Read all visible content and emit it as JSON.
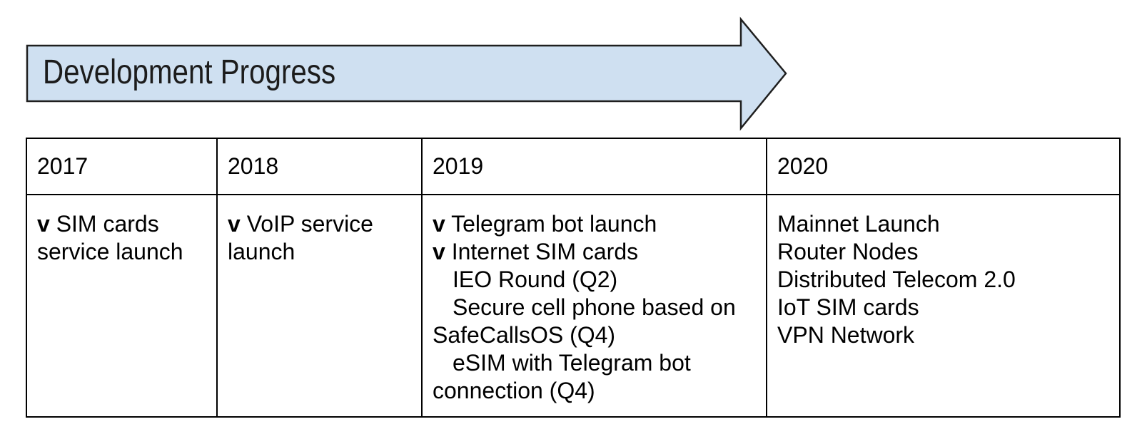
{
  "banner": {
    "label": "Development Progress",
    "fill_color": "#cfe0f1",
    "border_color": "#1f1f1f"
  },
  "table": {
    "check_marker": "v",
    "columns": [
      {
        "year": "2017",
        "items": [
          {
            "checked": true,
            "indent": false,
            "text": "SIM cards service launch"
          }
        ]
      },
      {
        "year": "2018",
        "items": [
          {
            "checked": true,
            "indent": false,
            "text": "VoIP service launch"
          }
        ]
      },
      {
        "year": "2019",
        "items": [
          {
            "checked": true,
            "indent": false,
            "text": "Telegram bot launch"
          },
          {
            "checked": true,
            "indent": false,
            "text": "Internet SIM cards"
          },
          {
            "checked": false,
            "indent": true,
            "text": "IEO Round (Q2)"
          },
          {
            "checked": false,
            "indent": true,
            "text": "Secure cell phone based on SafeCallsOS (Q4)"
          },
          {
            "checked": false,
            "indent": true,
            "text": "eSIM with Telegram bot connection (Q4)"
          }
        ]
      },
      {
        "year": "2020",
        "items": [
          {
            "checked": false,
            "indent": false,
            "text": "Mainnet Launch"
          },
          {
            "checked": false,
            "indent": false,
            "text": "Router Nodes"
          },
          {
            "checked": false,
            "indent": false,
            "text": "Distributed Telecom 2.0"
          },
          {
            "checked": false,
            "indent": false,
            "text": "IoT SIM cards"
          },
          {
            "checked": false,
            "indent": false,
            "text": "VPN Network"
          }
        ]
      }
    ]
  }
}
